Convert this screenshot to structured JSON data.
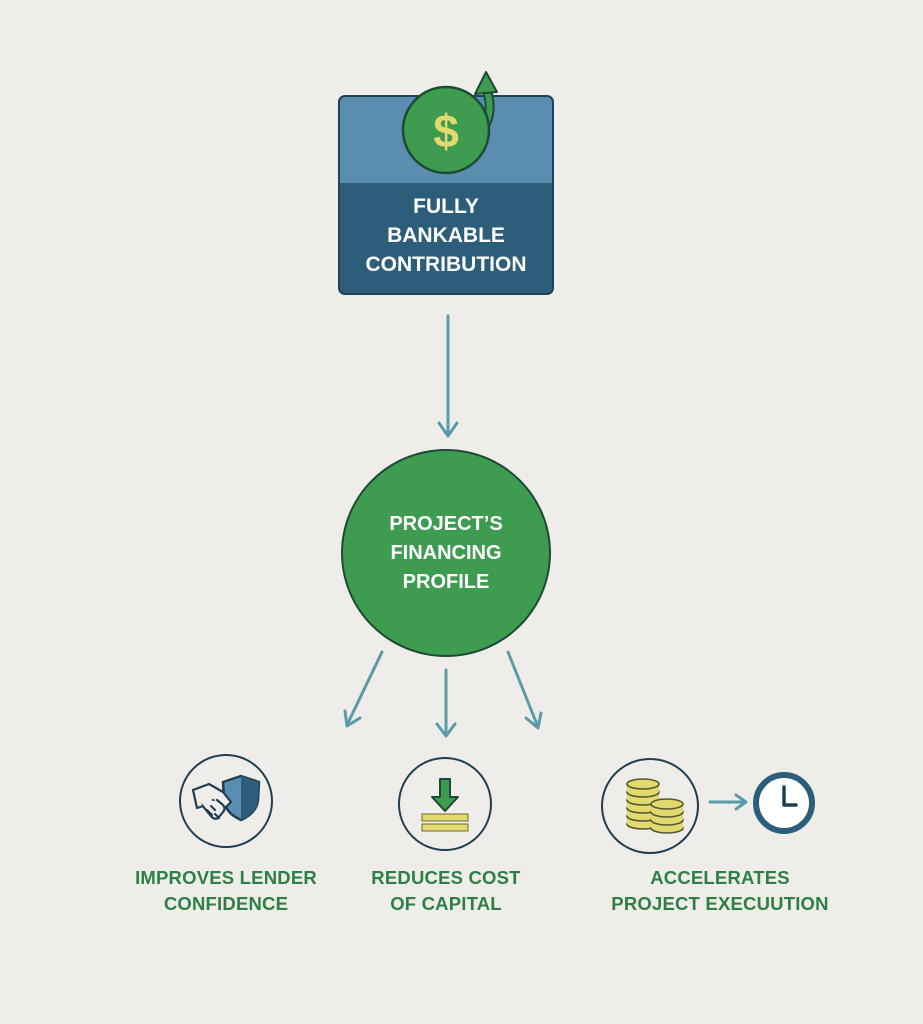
{
  "top_box": {
    "lines": [
      "FULLY",
      "BANKABLE",
      "CONTRIBUTION"
    ],
    "icon": "dollar-coin-arrow-up-icon"
  },
  "center_node": {
    "lines": [
      "PROJECT’S",
      "FINANCING",
      "PROFILE"
    ]
  },
  "outcomes": [
    {
      "icon": "handshake-shield-icon",
      "lines": [
        "IMPROVES LENDER",
        "CONFIDENCE"
      ]
    },
    {
      "icon": "download-arrow-icon",
      "lines": [
        "REDUCES COST",
        "OF CAPITAL"
      ]
    },
    {
      "icon": "coins-clock-icon",
      "lines": [
        "ACCELERATES",
        "PROJECT EXECUUTION"
      ]
    }
  ],
  "colors": {
    "background": "#efede9",
    "box_top": "#5b8db0",
    "box_bottom": "#2c5e7a",
    "green": "#3d9c50",
    "arrow": "#5b9aa8",
    "label_green": "#2d7f43",
    "navy": "#1f3e52",
    "coin_yellow": "#e3d96f"
  }
}
